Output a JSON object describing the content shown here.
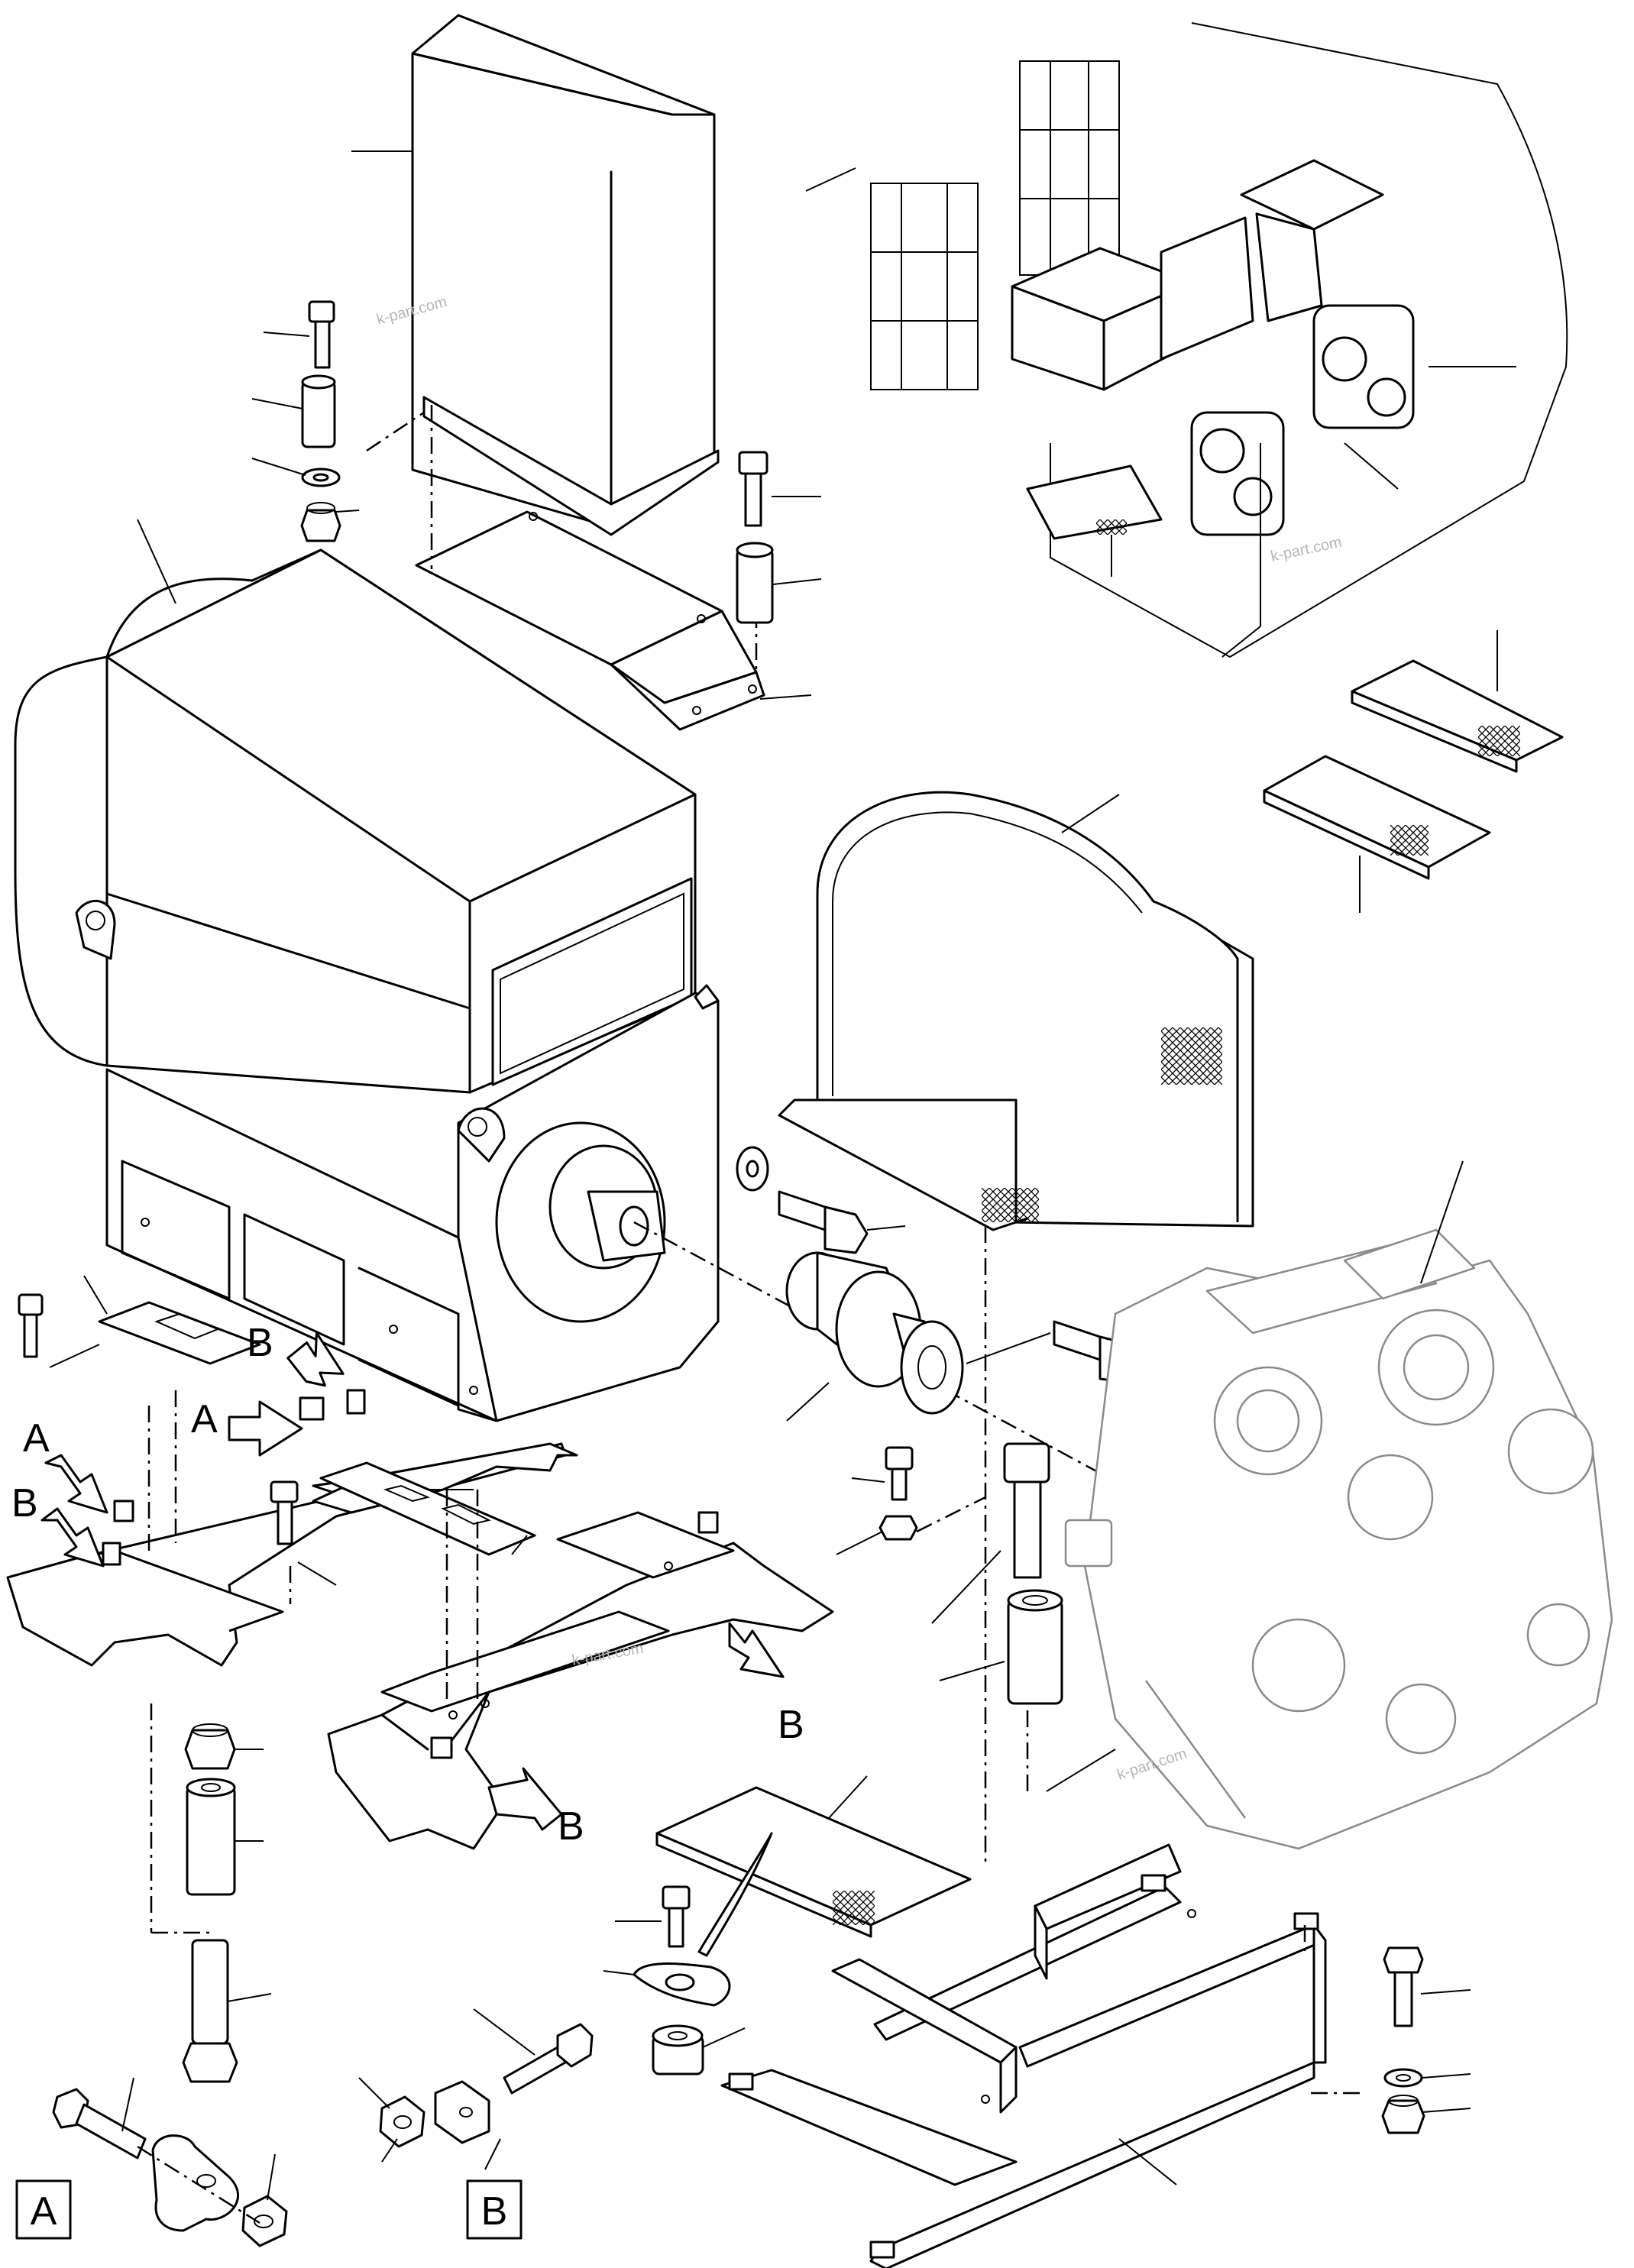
{
  "view_labels": {
    "A": "A",
    "B": "B"
  },
  "watermark": "k-part.com",
  "arrow_labels": [
    {
      "id": "a1",
      "text": "A"
    },
    {
      "id": "a2",
      "text": "A"
    },
    {
      "id": "b1",
      "text": "B"
    },
    {
      "id": "b2",
      "text": "B"
    },
    {
      "id": "b3",
      "text": "B"
    },
    {
      "id": "b4",
      "text": "B"
    }
  ]
}
